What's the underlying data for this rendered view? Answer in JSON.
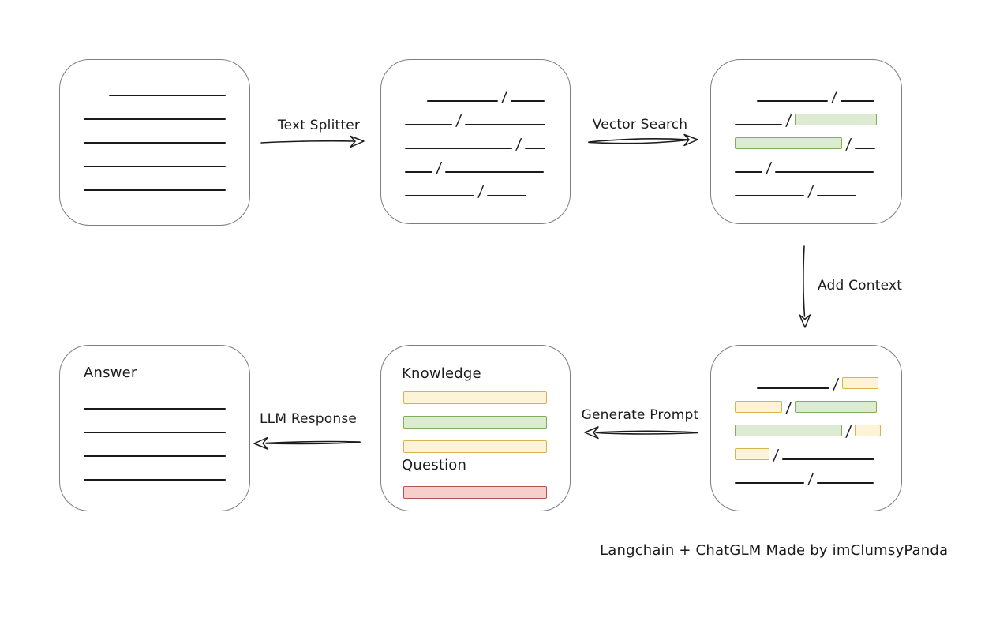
{
  "caption": "Langchain + ChatGLM Made by imClumsyPanda",
  "glyphs": {
    "slash": "/"
  },
  "colors": {
    "ink": "#1b1b1b",
    "box_border": "#7e7e7e",
    "green_fill": "#dcebd2",
    "green_stroke": "#7fae5d",
    "yellow_fill": "#fdf4d8",
    "yellow_stroke": "#d8b44e",
    "red_fill": "#f6cfcd",
    "red_stroke": "#b4534f"
  },
  "arrows": {
    "text_splitter": {
      "label": "Text Splitter"
    },
    "vector_search": {
      "label": "Vector Search"
    },
    "add_context": {
      "label": "Add Context"
    },
    "generate_prompt": {
      "label": "Generate Prompt"
    },
    "llm_response": {
      "label": "LLM Response"
    }
  },
  "boxes": {
    "document": {
      "rows": [
        [
          {
            "t": "line",
            "w": 148,
            "ml": 32
          }
        ],
        [
          {
            "t": "line",
            "w": 180
          }
        ],
        [
          {
            "t": "line",
            "w": 180
          }
        ],
        [
          {
            "t": "line",
            "w": 180
          }
        ],
        [
          {
            "t": "line",
            "w": 180
          }
        ]
      ]
    },
    "chunks": {
      "rows": [
        [
          {
            "t": "line",
            "w": 90,
            "ml": 28
          },
          {
            "t": "slash"
          },
          {
            "t": "line",
            "w": 43
          }
        ],
        [
          {
            "t": "line",
            "w": 60
          },
          {
            "t": "slash"
          },
          {
            "t": "line",
            "w": 102
          }
        ],
        [
          {
            "t": "line",
            "w": 136
          },
          {
            "t": "slash"
          },
          {
            "t": "line",
            "w": 26
          }
        ],
        [
          {
            "t": "line",
            "w": 35
          },
          {
            "t": "slash"
          },
          {
            "t": "line",
            "w": 125
          }
        ],
        [
          {
            "t": "line",
            "w": 88
          },
          {
            "t": "slash"
          },
          {
            "t": "line",
            "w": 50
          }
        ]
      ]
    },
    "matched": {
      "rows": [
        [
          {
            "t": "line",
            "w": 90,
            "ml": 28
          },
          {
            "t": "slash"
          },
          {
            "t": "line",
            "w": 43
          }
        ],
        [
          {
            "t": "line",
            "w": 60
          },
          {
            "t": "slash"
          },
          {
            "t": "chip",
            "c": "green",
            "w": 104
          }
        ],
        [
          {
            "t": "chip",
            "c": "green",
            "w": 136
          },
          {
            "t": "slash"
          },
          {
            "t": "line",
            "w": 26
          }
        ],
        [
          {
            "t": "line",
            "w": 35
          },
          {
            "t": "slash"
          },
          {
            "t": "line",
            "w": 125
          }
        ],
        [
          {
            "t": "line",
            "w": 88
          },
          {
            "t": "slash"
          },
          {
            "t": "line",
            "w": 50
          }
        ]
      ]
    },
    "context": {
      "rows": [
        [
          {
            "t": "line",
            "w": 92,
            "ml": 28
          },
          {
            "t": "slash"
          },
          {
            "t": "chip",
            "c": "yellow",
            "w": 46
          }
        ],
        [
          {
            "t": "chip",
            "c": "yellow",
            "w": 60
          },
          {
            "t": "slash"
          },
          {
            "t": "chip",
            "c": "green",
            "w": 104
          }
        ],
        [
          {
            "t": "chip",
            "c": "green",
            "w": 136
          },
          {
            "t": "slash"
          },
          {
            "t": "chip",
            "c": "yellow",
            "w": 33
          }
        ],
        [
          {
            "t": "chip",
            "c": "yellow",
            "w": 44
          },
          {
            "t": "slash"
          },
          {
            "t": "line",
            "w": 117
          }
        ],
        [
          {
            "t": "line",
            "w": 88
          },
          {
            "t": "slash"
          },
          {
            "t": "line",
            "w": 72
          }
        ]
      ]
    },
    "prompt": {
      "knowledge_label": "Knowledge",
      "question_label": "Question",
      "knowledge_chips": [
        {
          "c": "yellow",
          "w": 182
        },
        {
          "c": "green",
          "w": 182
        },
        {
          "c": "yellow",
          "w": 182
        }
      ],
      "question_chips": [
        {
          "c": "red",
          "w": 182
        }
      ]
    },
    "answer": {
      "label": "Answer",
      "rows": [
        [
          {
            "t": "line",
            "w": 180
          }
        ],
        [
          {
            "t": "line",
            "w": 180
          }
        ],
        [
          {
            "t": "line",
            "w": 180
          }
        ],
        [
          {
            "t": "line",
            "w": 180
          }
        ]
      ]
    }
  }
}
